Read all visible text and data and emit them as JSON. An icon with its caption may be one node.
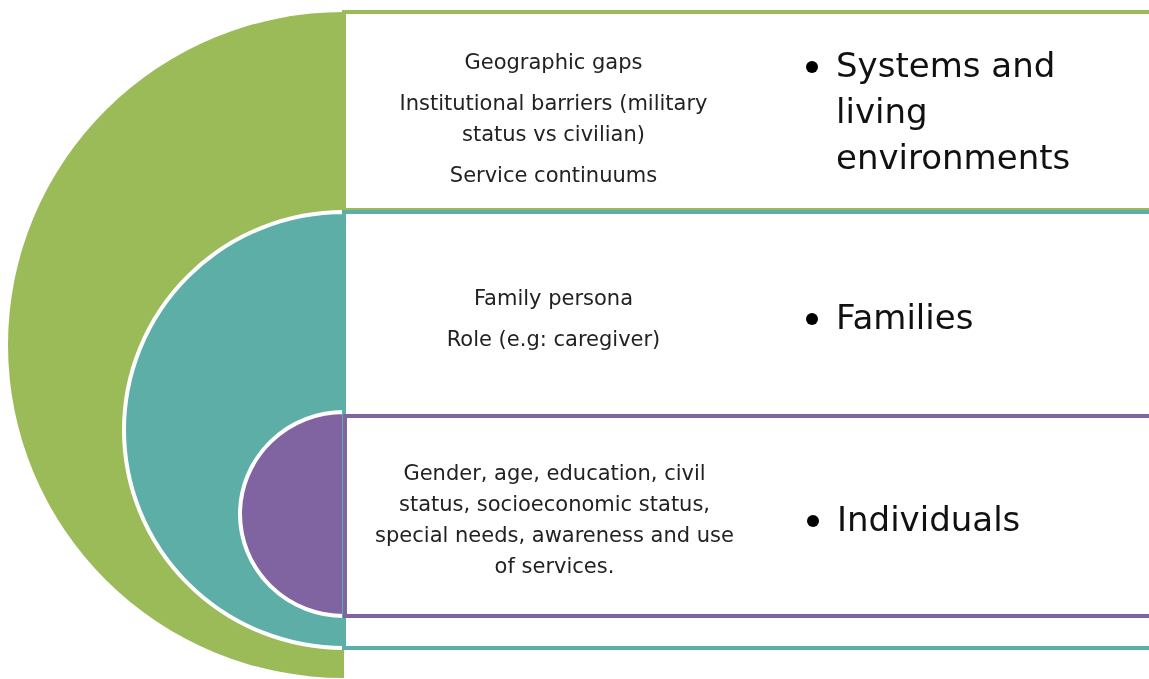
{
  "diagram": {
    "nodes": [
      {
        "text": [
          "Geographic gaps",
          "Institutional barriers (military status vs civilian)",
          "Service continuums",
          "Systems and living environments"
        ]
      },
      {
        "text": [
          "Family persona",
          "Role (e.g: caregiver)",
          "Families"
        ]
      },
      {
        "text": [
          "Gender, age, education, civil status, socioeconomic status, special needs, awareness and use of services.",
          "Individuals"
        ],
        "in": 1
      }
    ]
  }
}
